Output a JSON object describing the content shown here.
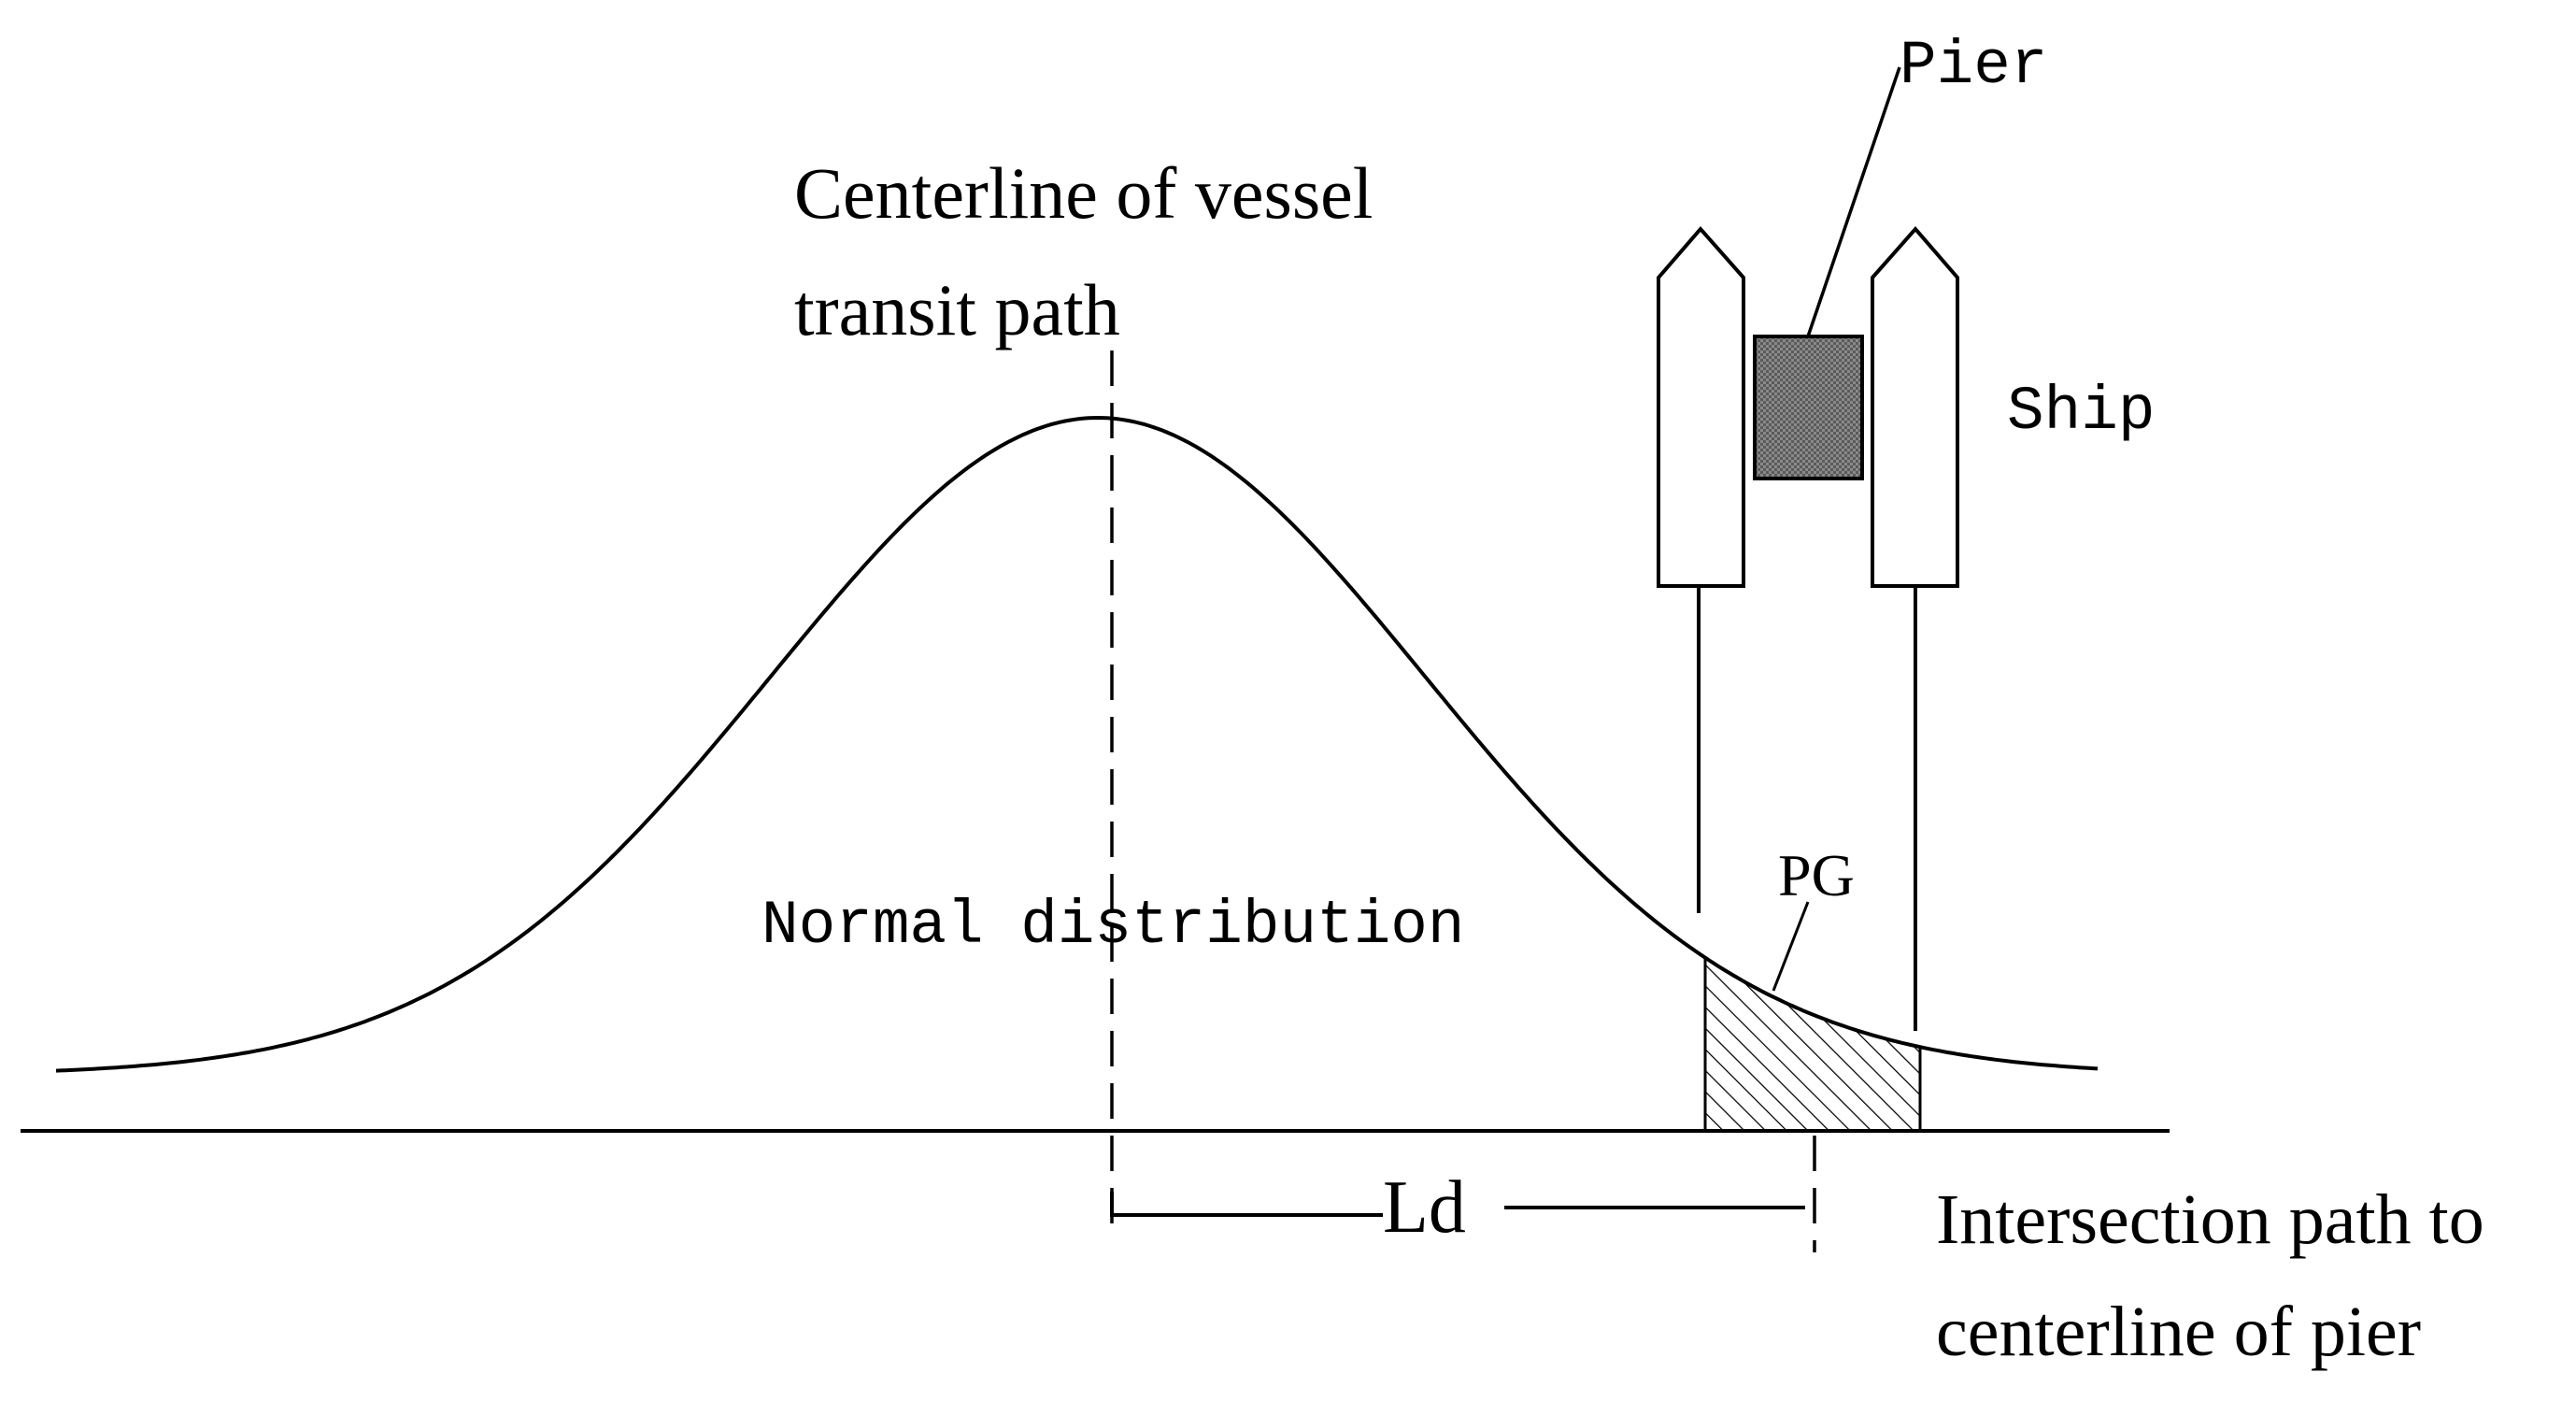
{
  "labels": {
    "centerline_line1": "Centerline of vessel",
    "centerline_line2": "transit path",
    "pier": "Pier",
    "ship": "Ship",
    "normal_distribution": "Normal distribution",
    "pg": "PG",
    "ld": "Ld",
    "intersection_line1": "Intersection path to",
    "intersection_line2": "centerline of pier"
  },
  "colors": {
    "stroke": "#000000",
    "pier_fill": "#7a7a7a",
    "background": "#ffffff"
  }
}
